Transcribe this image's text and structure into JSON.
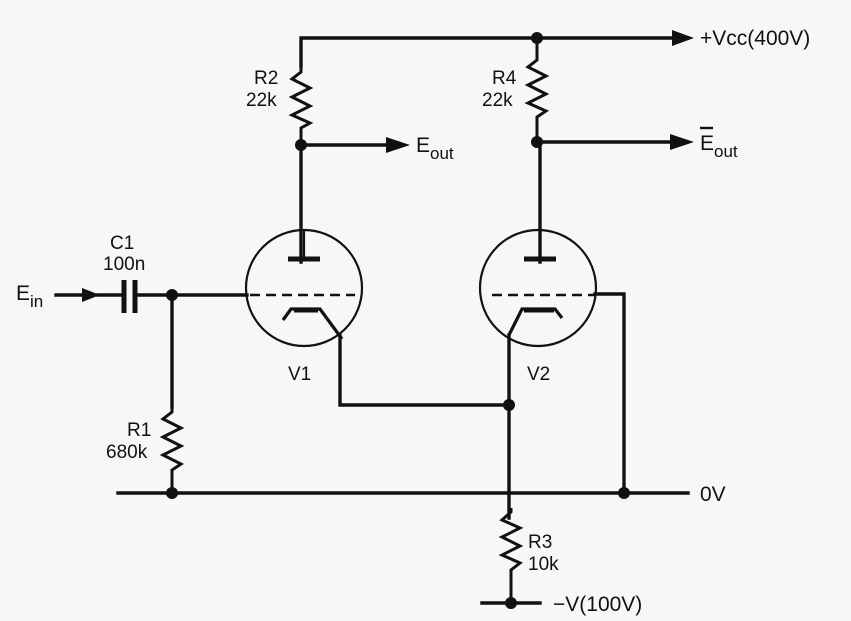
{
  "title": "Long-tailed pair (cathode-coupled) valve phase splitter",
  "components": {
    "R1": {
      "name": "R1",
      "value": "680k"
    },
    "R2": {
      "name": "R2",
      "value": "22k"
    },
    "R3": {
      "name": "R3",
      "value": "10k"
    },
    "R4": {
      "name": "R4",
      "value": "22k"
    },
    "C1": {
      "name": "C1",
      "value": "100n"
    },
    "V1": {
      "name": "V1"
    },
    "V2": {
      "name": "V2"
    }
  },
  "terminals": {
    "input": {
      "main": "E",
      "sub": "in"
    },
    "output": {
      "main": "E",
      "sub": "out"
    },
    "output_inverted": {
      "main": "E",
      "sub": "out",
      "overbar": true
    },
    "vcc": "+Vcc(400V)",
    "ground": "0V",
    "negative": "−V(100V)"
  },
  "colors": {
    "ink": "#111111",
    "paper": "#f7f7f5"
  }
}
